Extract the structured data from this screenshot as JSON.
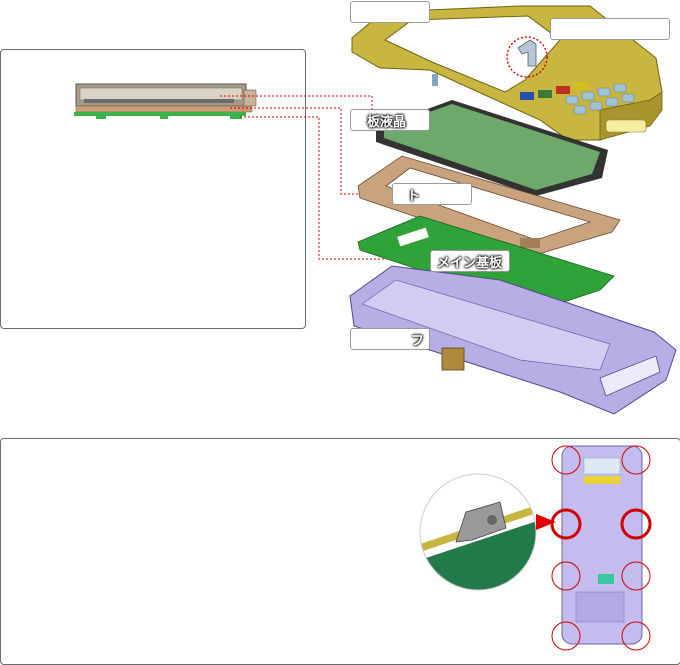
{
  "callouts": {
    "frame_top": "",
    "lcd": "液晶",
    "lcd_prefix_glyph": "板",
    "inner_frame": "ト",
    "main_board": "メイン基板",
    "rear_case": "フ",
    "hook_annotation": ""
  },
  "colors": {
    "front_frame": "#c9b640",
    "front_frame_dark": "#8a7a1e",
    "lcd_glass": "#6fa86b",
    "lcd_bezel": "#333333",
    "inner_frame": "#c9a27e",
    "board": "#2fa33a",
    "rear_case": "#b8aee6",
    "rear_case_dark": "#6d62a8",
    "red_marker": "#d40000",
    "panel_border": "#6b6b6b"
  }
}
